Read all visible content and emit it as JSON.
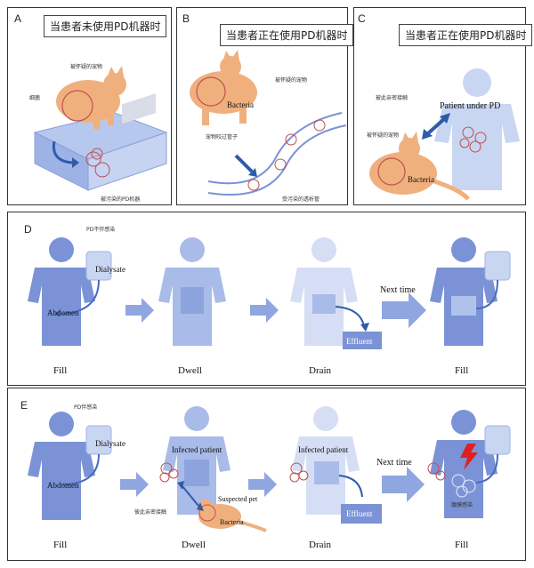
{
  "panel_a": {
    "letter": "A",
    "title": "当患者未使用PD机器时",
    "pet_label": "被怀疑的宠物",
    "hair_label": "细菌",
    "machine_label": "被污染的PD机器"
  },
  "panel_b": {
    "letter": "B",
    "title": "当患者正在使用PD机器时",
    "pet_label": "被怀疑的宠物",
    "bacteria": "Bacteria",
    "arrow_label": "宠物咬过管子",
    "tube_label": "受污染的透析管"
  },
  "panel_c": {
    "letter": "C",
    "title": "当患者正在使用PD机器时",
    "contact_label": "被此亲密接触",
    "patient": "Patient under PD",
    "pet_label": "被怀疑的宠物",
    "bacteria": "Bacteria"
  },
  "panel_d": {
    "letter": "D",
    "subtitle": "PD不伴感染",
    "dialysate": "Dialysate",
    "abdomen": "Abdomen",
    "effluent": "Effluent",
    "next_time": "Next time",
    "stages": [
      "Fill",
      "Dwell",
      "Drain",
      "Fill"
    ]
  },
  "panel_e": {
    "letter": "E",
    "subtitle": "PD伴感染",
    "dialysate": "Dialysate",
    "abdomen": "Abdomen",
    "infected_patient_1": "Infected patient",
    "infected_patient_2": "Infected patient",
    "suspected_pet": "Suspected pet",
    "bacteria": "Bacteria",
    "contact_label": "彼此亲密接触",
    "effluent": "Effluent",
    "next_time": "Next time",
    "peritonitis": "腹膜感染",
    "stages": [
      "Fill",
      "Dwell",
      "Drain",
      "Fill"
    ]
  },
  "colors": {
    "body": "#7b93d6",
    "body_light": "#a9bbe8",
    "body_pale": "#d6def5",
    "arrow": "#8fa6e0",
    "cat": "#f0b07e",
    "bacteria_ring": "#c0504d",
    "lightning": "#e02020"
  }
}
